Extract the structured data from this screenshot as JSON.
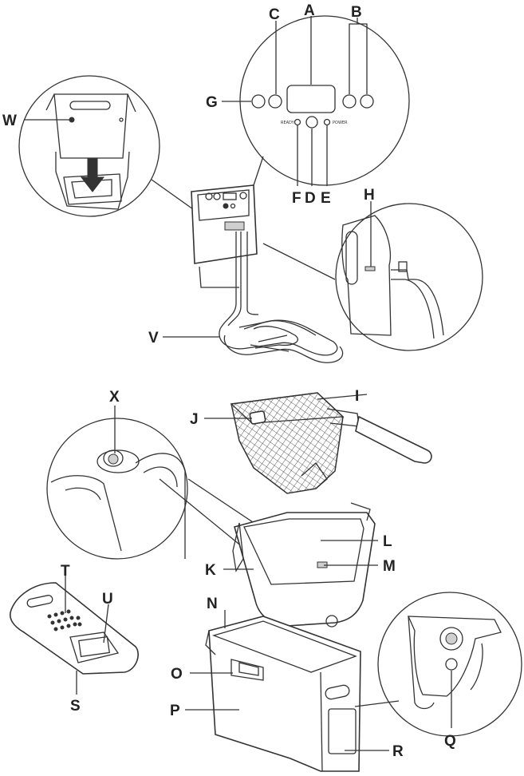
{
  "colors": {
    "line": "#333333",
    "background": "#ffffff",
    "label": "#222222"
  },
  "panel_text": {
    "ready": "READY",
    "power": "POWER"
  },
  "labels": [
    {
      "id": "A",
      "text": "A"
    },
    {
      "id": "B",
      "text": "B"
    },
    {
      "id": "C",
      "text": "C"
    },
    {
      "id": "D",
      "text": "D"
    },
    {
      "id": "E",
      "text": "E"
    },
    {
      "id": "F",
      "text": "F"
    },
    {
      "id": "G",
      "text": "G"
    },
    {
      "id": "H",
      "text": "H"
    },
    {
      "id": "I",
      "text": "I"
    },
    {
      "id": "J",
      "text": "J"
    },
    {
      "id": "K",
      "text": "K"
    },
    {
      "id": "L",
      "text": "L"
    },
    {
      "id": "M",
      "text": "M"
    },
    {
      "id": "N",
      "text": "N"
    },
    {
      "id": "O",
      "text": "O"
    },
    {
      "id": "P",
      "text": "P"
    },
    {
      "id": "Q",
      "text": "Q"
    },
    {
      "id": "R",
      "text": "R"
    },
    {
      "id": "S",
      "text": "S"
    },
    {
      "id": "T",
      "text": "T"
    },
    {
      "id": "U",
      "text": "U"
    },
    {
      "id": "V",
      "text": "V"
    },
    {
      "id": "W",
      "text": "W"
    },
    {
      "id": "X",
      "text": "X"
    }
  ]
}
